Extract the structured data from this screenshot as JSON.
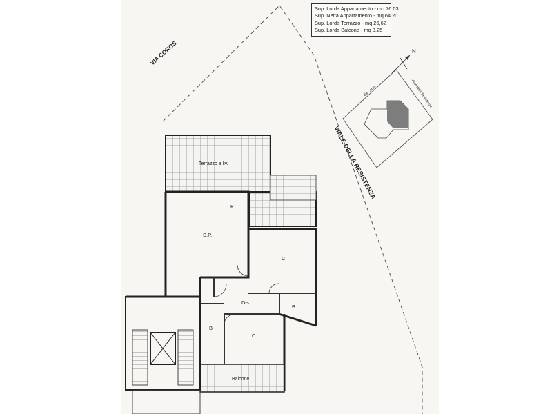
{
  "legend": {
    "lines": [
      "Sup. Lorda Appartamento - mq 76.03",
      "Sup. Netta Appartamento - mq 64.20",
      "Sup. Lorda Terrazzo - mq 26,62",
      "Sup. Lorda Balcone - mq 8,25"
    ]
  },
  "streets": {
    "via_coros": "VIA COROS",
    "viale_resistenza": "VIALE DELLA RESISTENZA"
  },
  "compass": {
    "north": "N"
  },
  "keymap": {
    "via_coros": "Via Coros",
    "viale_resistenza": "Viale della Resistenza"
  },
  "rooms": {
    "terrazzo": "Terrazzo a liv.",
    "kitchen": "K",
    "living": "S.P.",
    "bedroom_upper": "C",
    "bath_right": "B",
    "disimpegno": "Dis.",
    "bath_left": "B",
    "bedroom_lower": "C",
    "balcone": "Balcone"
  },
  "colors": {
    "paper": "#f7f6f3",
    "ink": "#222222",
    "hatch": "#8a8a8a",
    "highlight": "#7d7d7d"
  }
}
